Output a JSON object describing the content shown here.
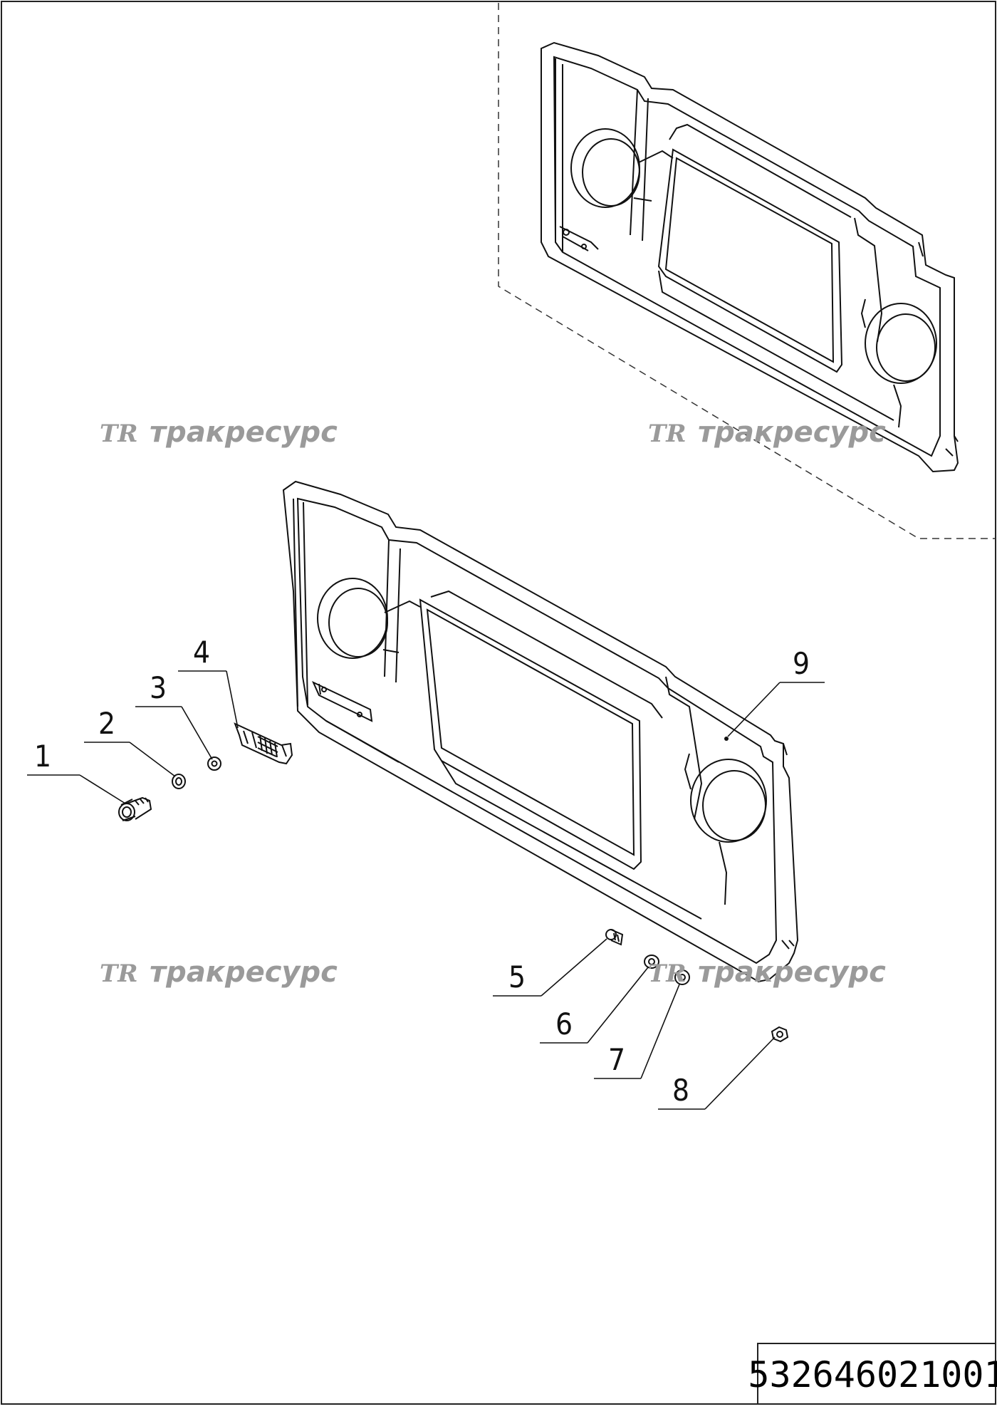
{
  "drawing": {
    "document_number": "532646021001",
    "watermark": {
      "logo": "TR",
      "text": "тракресурс"
    },
    "callouts": [
      "1",
      "2",
      "3",
      "4",
      "5",
      "6",
      "7",
      "8",
      "9"
    ]
  },
  "colors": {
    "line": "#111111",
    "watermark": "#9a9a9a",
    "background": "#ffffff"
  }
}
